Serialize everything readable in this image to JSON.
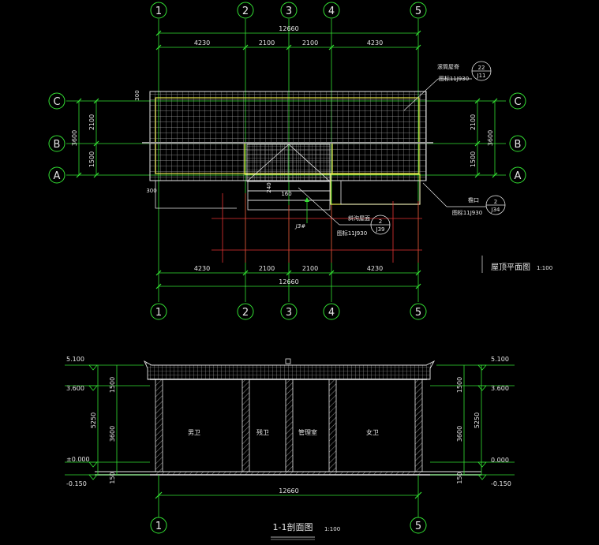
{
  "colors": {
    "green": "#33e033",
    "white": "#e6e6e6",
    "yellow": "#e6e64d",
    "red": "#e63333",
    "gray": "#9a9a9a"
  },
  "axes": {
    "plan_top": [
      "1",
      "2",
      "3",
      "4",
      "5"
    ],
    "plan_bottom": [
      "1",
      "2",
      "3",
      "4",
      "5"
    ],
    "rows_left": [
      "C",
      "B",
      "A"
    ],
    "rows_right": [
      "C",
      "B",
      "A"
    ],
    "section_bottom": [
      "1",
      "5"
    ]
  },
  "dims": {
    "total": "12660",
    "seg_a": "4230",
    "seg_b": "2100",
    "seg_c": "2100",
    "seg_d": "4230",
    "left_total": "3600",
    "left_ab": "1500",
    "left_bc": "2100",
    "right_total": "3600",
    "right_ab": "1500",
    "right_bc": "2100",
    "overhang_top": "300",
    "overhang_bottom": "300",
    "small_240": "240",
    "small_160": "160",
    "step": "J3#",
    "section_total": "12660"
  },
  "callouts": {
    "ridge_label": "滚筒屋脊",
    "ridge_ref": "图标11J930",
    "ridge_num": "22",
    "ridge_sheet": "J11",
    "eave_label": "檐口",
    "eave_ref": "图标11J930",
    "eave_num": "2",
    "eave_sheet": "J34",
    "valley_label": "斜沟屋面",
    "valley_ref": "图标11J930",
    "valley_num": "2",
    "valley_sheet": "J39"
  },
  "titles": {
    "plan": "屋顶平面图",
    "plan_scale": "1:100",
    "section": "1-1剖面图",
    "section_scale": "1:100"
  },
  "elevations": {
    "left_top": "5.100",
    "left_mid": "3.600",
    "left_zero": "±0.000",
    "left_bottom": "-0.150",
    "right_top": "5.100",
    "right_mid": "3.600",
    "right_zero": "0.000",
    "right_bottom": "-0.150",
    "dim_1500": "1500",
    "dim_5250": "5250",
    "dim_3600": "3600",
    "dim_150": "150",
    "rdim_1500": "1500",
    "rdim_5250": "5250",
    "rdim_3600": "3600",
    "rdim_150": "150"
  },
  "rooms": [
    "男卫",
    "残卫",
    "管理室",
    "女卫"
  ]
}
